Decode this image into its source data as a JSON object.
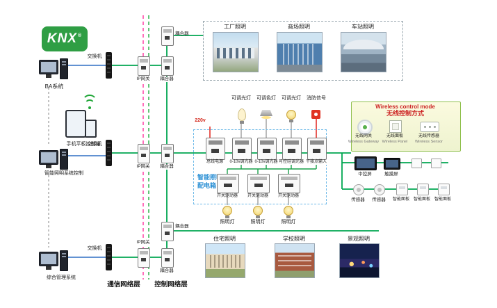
{
  "logo": {
    "text": "KNX",
    "reg": "®"
  },
  "left": {
    "computers": [
      {
        "label": "BA系统"
      },
      {
        "label": "手机平板控制端"
      },
      {
        "label": "智能照明系统控制"
      },
      {
        "label": "综合管理系统"
      }
    ]
  },
  "network": {
    "switch_label": "交换机",
    "gateway_label": "IP网关",
    "coupler_label": "耦合器",
    "comm_layer": "通信网络层",
    "ctrl_layer": "控制网络层"
  },
  "scenes_top": [
    {
      "label": "工厂照明"
    },
    {
      "label": "商场照明"
    },
    {
      "label": "车站照明"
    }
  ],
  "scenes_bottom": [
    {
      "label": "住宅照明"
    },
    {
      "label": "学校照明"
    },
    {
      "label": "景观照明"
    }
  ],
  "panel_box": {
    "label_line1": "智能照明",
    "label_line2": "配电箱",
    "power": "220v"
  },
  "loads_top": [
    {
      "label": "可调光灯"
    },
    {
      "label": "可调色灯"
    },
    {
      "label": "可调光灯"
    },
    {
      "label": "消防信号"
    }
  ],
  "din_row1": [
    {
      "label": "总线电源"
    },
    {
      "label": "0-10v调光器"
    },
    {
      "label": "0-10v调光器"
    },
    {
      "label": "可控硅调光器"
    },
    {
      "label": "干接点输入"
    }
  ],
  "din_row2": [
    {
      "label": "开关驱动器"
    },
    {
      "label": "开关驱动器"
    },
    {
      "label": "开关驱动器"
    }
  ],
  "loads_bottom": [
    {
      "label": "照明灯"
    },
    {
      "label": "照明灯"
    },
    {
      "label": "照明灯"
    }
  ],
  "wireless": {
    "title_en": "Wireless control mode",
    "title_zh": "无线控制方式",
    "items": [
      {
        "zh": "无线网关",
        "en": "Wireless Gateway"
      },
      {
        "zh": "无线面板",
        "en": "Wireless Panel"
      },
      {
        "zh": "无线传感器",
        "en": "Wireless Sensor"
      }
    ]
  },
  "right_devices": {
    "screens": [
      {
        "label": "中控屏"
      },
      {
        "label": "触摸屏"
      }
    ],
    "sensors": [
      {
        "label": "传感器"
      },
      {
        "label": "传感器"
      }
    ],
    "panels": [
      {
        "label": "智能面板"
      },
      {
        "label": "智能面板"
      },
      {
        "label": "智能面板"
      }
    ]
  },
  "colors": {
    "bus_green": "#00a651",
    "line_blue": "#2f6fc4",
    "layer_pink": "#ff3fa4",
    "alert_red": "#e2312a",
    "knx_green": "#2f9e44",
    "distbox_blue": "#6db9e8"
  }
}
